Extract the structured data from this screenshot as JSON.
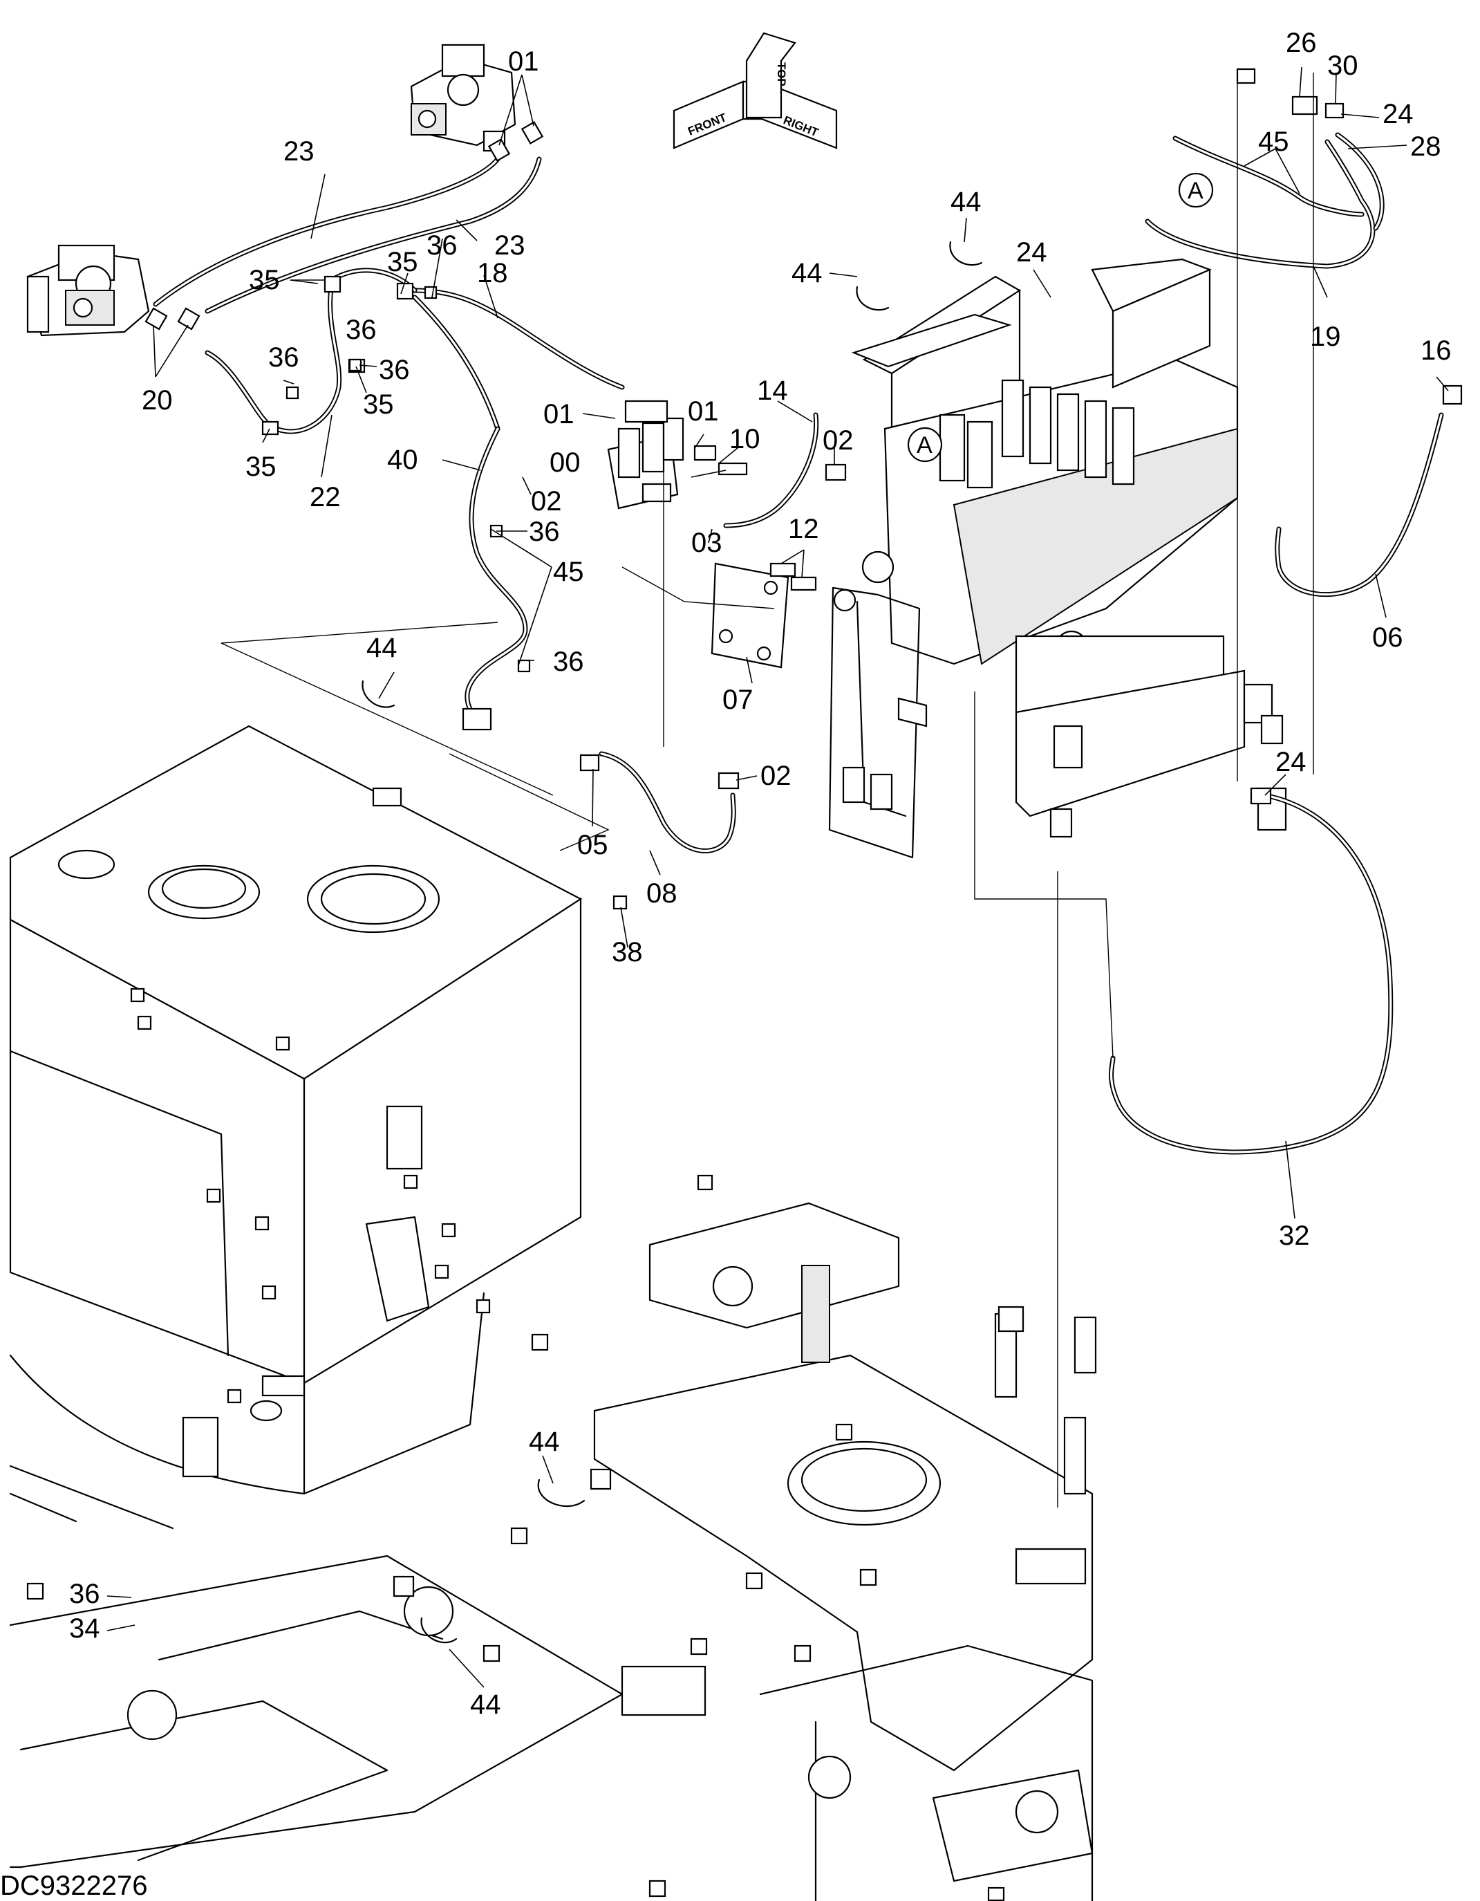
{
  "drawing_code": "DC9322276",
  "orientation": {
    "front": "FRONT",
    "top": "TOP",
    "right": "RIGHT"
  },
  "view_marker": "A",
  "labels": [
    {
      "id": "01",
      "text": "01"
    },
    {
      "id": "23",
      "text": "23"
    },
    {
      "id": "23",
      "text": "23"
    },
    {
      "id": "36",
      "text": "36"
    },
    {
      "id": "18",
      "text": "18"
    },
    {
      "id": "35",
      "text": "35"
    },
    {
      "id": "35",
      "text": "35"
    },
    {
      "id": "36",
      "text": "36"
    },
    {
      "id": "36",
      "text": "36"
    },
    {
      "id": "36",
      "text": "36"
    },
    {
      "id": "20",
      "text": "20"
    },
    {
      "id": "35",
      "text": "35"
    },
    {
      "id": "35",
      "text": "35"
    },
    {
      "id": "22",
      "text": "22"
    },
    {
      "id": "40",
      "text": "40"
    },
    {
      "id": "02",
      "text": "02"
    },
    {
      "id": "36",
      "text": "36"
    },
    {
      "id": "45",
      "text": "45"
    },
    {
      "id": "36",
      "text": "36"
    },
    {
      "id": "44",
      "text": "44"
    },
    {
      "id": "01",
      "text": "01"
    },
    {
      "id": "01",
      "text": "01"
    },
    {
      "id": "00",
      "text": "00"
    },
    {
      "id": "10",
      "text": "10"
    },
    {
      "id": "14",
      "text": "14"
    },
    {
      "id": "02",
      "text": "02"
    },
    {
      "id": "03",
      "text": "03"
    },
    {
      "id": "12",
      "text": "12"
    },
    {
      "id": "07",
      "text": "07"
    },
    {
      "id": "05",
      "text": "05"
    },
    {
      "id": "02",
      "text": "02"
    },
    {
      "id": "08",
      "text": "08"
    },
    {
      "id": "38",
      "text": "38"
    },
    {
      "id": "44",
      "text": "44"
    },
    {
      "id": "44",
      "text": "44"
    },
    {
      "id": "24",
      "text": "24"
    },
    {
      "id": "26",
      "text": "26"
    },
    {
      "id": "30",
      "text": "30"
    },
    {
      "id": "24",
      "text": "24"
    },
    {
      "id": "28",
      "text": "28"
    },
    {
      "id": "45",
      "text": "45"
    },
    {
      "id": "19",
      "text": "19"
    },
    {
      "id": "16",
      "text": "16"
    },
    {
      "id": "06",
      "text": "06"
    },
    {
      "id": "24",
      "text": "24"
    },
    {
      "id": "32",
      "text": "32"
    },
    {
      "id": "44",
      "text": "44"
    },
    {
      "id": "36",
      "text": "36"
    },
    {
      "id": "34",
      "text": "34"
    },
    {
      "id": "44",
      "text": "44"
    }
  ]
}
